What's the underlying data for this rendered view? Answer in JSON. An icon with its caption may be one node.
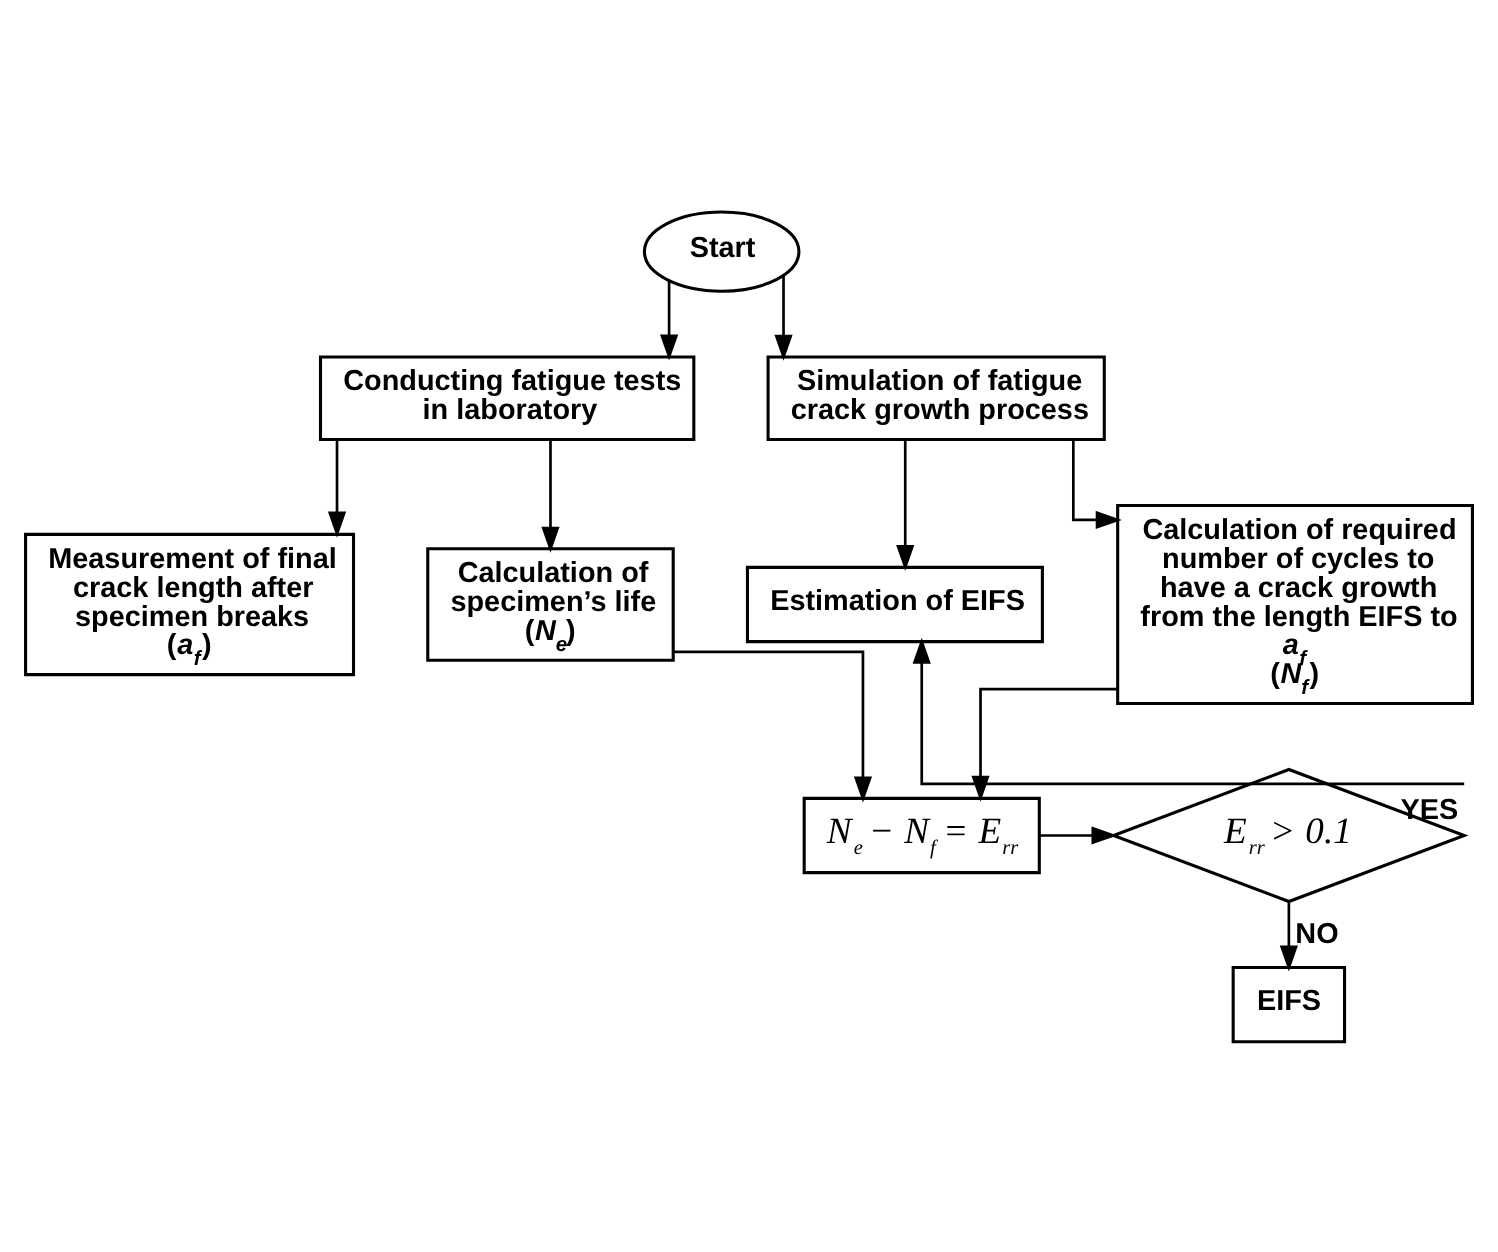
{
  "diagram": {
    "nodes": [
      {
        "text": [
          "Start"
        ]
      },
      {
        "text": [
          "Conducting fatigue tests in laboratory"
        ]
      },
      {
        "text": [
          "Simulation of fatigue crack growth process"
        ]
      },
      {
        "text": [
          "Measurement of final crack length after specimen breaks",
          "(*a*$_{f}$)"
        ]
      },
      {
        "text": [
          "Calculation of specimen’s life",
          "(*N*$_{e}$)"
        ]
      },
      {
        "text": [
          "Estimation of EIFS"
        ]
      },
      {
        "text": [
          "Calculation of required number of cycles to have a crack growth from the length EIFS to *a*$_{f}$",
          "(*N*$_{f}$)"
        ]
      },
      {
        "text": [
          "*N*$_{e}$ − *N*$_{f}$ = *E*$_{rr}$"
        ]
      },
      {
        "text": [
          "*E*$_{rr}$ > *0.1*"
        ]
      },
      {
        "text": [
          "EIFS"
        ]
      }
    ],
    "edges": [
      {
        "from": 0,
        "to": 1,
        "arrow": "to"
      },
      {
        "from": 0,
        "to": 2,
        "arrow": "to"
      },
      {
        "from": 1,
        "to": 3,
        "arrow": "to"
      },
      {
        "from": 1,
        "to": 4,
        "arrow": "to"
      },
      {
        "from": 2,
        "to": 5,
        "arrow": "to"
      },
      {
        "from": 2,
        "to": 6,
        "arrow": "to"
      },
      {
        "from": 4,
        "to": 7,
        "arrow": "to"
      },
      {
        "from": 6,
        "to": 7,
        "arrow": "to"
      },
      {
        "from": 7,
        "to": 8,
        "arrow": "to"
      },
      {
        "from": 8,
        "to": 5,
        "arrow": "to",
        "label": "YES"
      },
      {
        "from": 8,
        "to": 9,
        "arrow": "to",
        "label": "NO"
      }
    ]
  }
}
